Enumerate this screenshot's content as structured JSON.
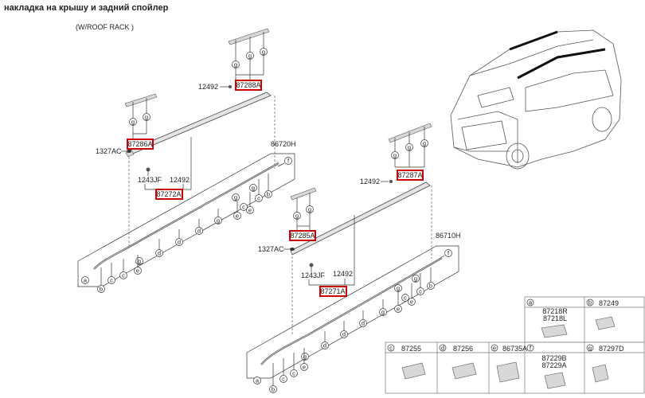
{
  "title": "накладка на крышу и задний спойлер",
  "subtitle": "(W/ROOF RACK )",
  "highlighted_parts": [
    "87288A",
    "87286A",
    "87272A",
    "87287A",
    "87285A",
    "87271A"
  ],
  "labels": {
    "p12492_a": "12492",
    "p87288A": "87288A",
    "p87286A": "87286A",
    "p1327AC_a": "1327AC",
    "p1243JF_a": "1243JF",
    "p12492_b": "12492",
    "p87272A": "87272A",
    "p86720H": "86720H",
    "p12492_c": "12492",
    "p87287A": "87287A",
    "p87285A": "87285A",
    "p1327AC_b": "1327AC",
    "p1243JF_b": "1243JF",
    "p12492_d": "12492",
    "p87271A": "87271A",
    "p86710H": "86710H"
  },
  "legend": {
    "a_letter": "a",
    "a_parts": [
      "87218R",
      "87218L"
    ],
    "b_letter": "b",
    "b_part": "87249",
    "c_letter": "c",
    "c_part": "87255",
    "d_letter": "d",
    "d_part": "87256",
    "e_letter": "e",
    "e_part": "86735A",
    "f_letter": "f",
    "f_parts": [
      "87229B",
      "87229A"
    ],
    "g_letter": "g",
    "g_part": "87297D"
  },
  "colors": {
    "highlight": "#cc0000",
    "line": "#333333"
  }
}
